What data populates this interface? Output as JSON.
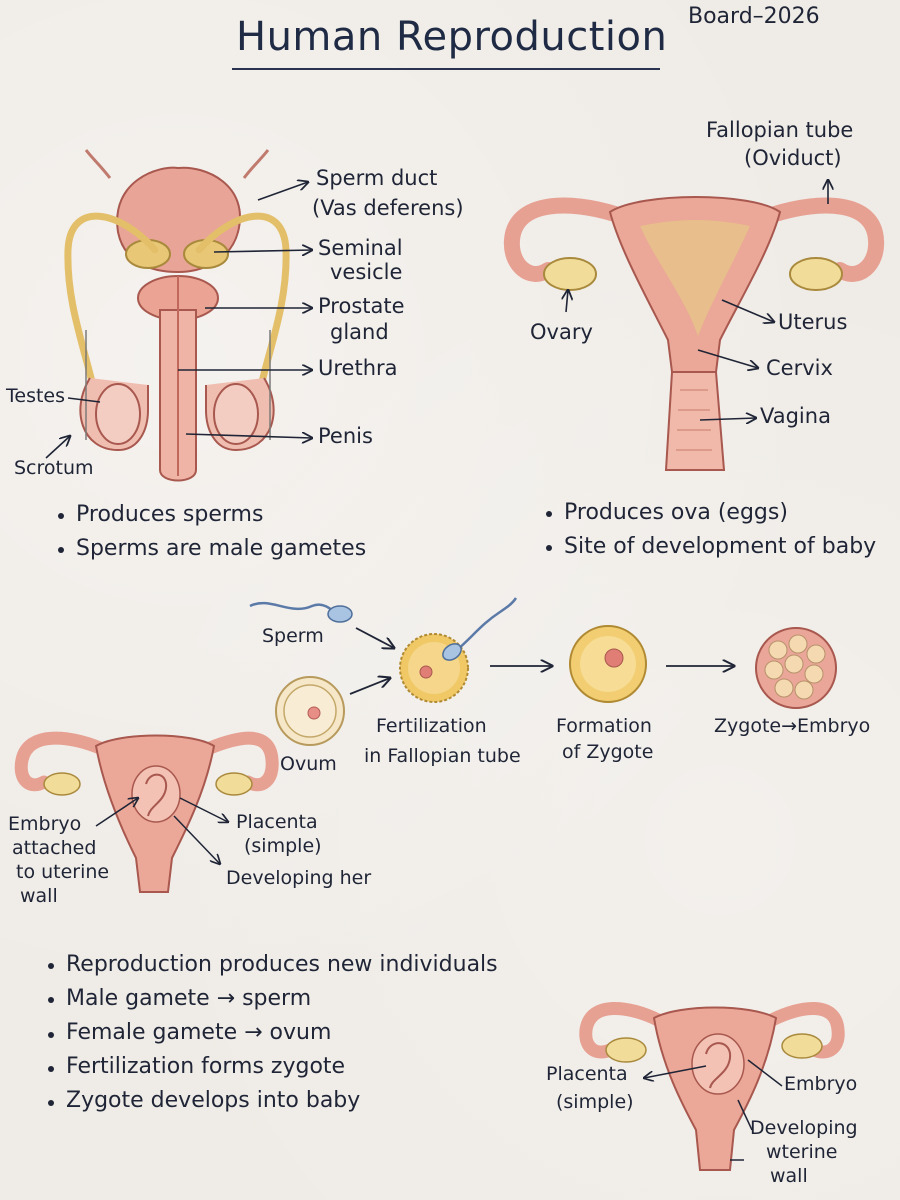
{
  "header": {
    "title": "Human Reproduction",
    "board": "Board–2026"
  },
  "male": {
    "labels": {
      "sperm_duct": "Sperm duct",
      "vas_deferens": "(Vas deferens)",
      "seminal_1": "Seminal",
      "seminal_2": "vesicle",
      "prostate_1": "Prostate",
      "prostate_2": "gland",
      "urethra": "Urethra",
      "penis": "Penis",
      "testes": "Testes",
      "scrotum": "Scrotum"
    },
    "bullets": [
      "Produces sperms",
      "Sperms are male gametes"
    ]
  },
  "female": {
    "labels": {
      "fallopian_1": "Fallopian tube",
      "fallopian_2": "(Oviduct)",
      "ovary": "Ovary",
      "uterus": "Uterus",
      "cervix": "Cervix",
      "vagina": "Vagina"
    },
    "bullets": [
      "Produces ova (eggs)",
      "Site of development of baby"
    ]
  },
  "fertilization": {
    "sperm": "Sperm",
    "ovum": "Ovum",
    "fert_1": "Fertilization",
    "fert_2": "in Fallopian tube",
    "zygote_1": "Formation",
    "zygote_2": "of Zygote",
    "embryo": "Zygote→Embryo"
  },
  "pregnancy_left": {
    "embryo_1": "Embryo",
    "embryo_2": "attached",
    "embryo_3": "to uterine",
    "embryo_4": "wall",
    "placenta_1": "Placenta",
    "placenta_2": "(simple)",
    "developing": "Developing her"
  },
  "summary": [
    "Reproduction produces new individuals",
    "Male gamete → sperm",
    "Female gamete → ovum",
    "Fertilization forms zygote",
    "Zygote develops into baby"
  ],
  "pregnancy_right": {
    "placenta_1": "Placenta",
    "placenta_2": "(simple)",
    "embryo": "Embryo",
    "developing_1": "Developing",
    "developing_2": "wterine",
    "developing_3": "wall"
  },
  "colors": {
    "skin": "#e9a99c",
    "skin_dark": "#c9776b",
    "duct": "#e8c877",
    "ovary": "#f1dc9a",
    "ink": "#1f2536"
  }
}
